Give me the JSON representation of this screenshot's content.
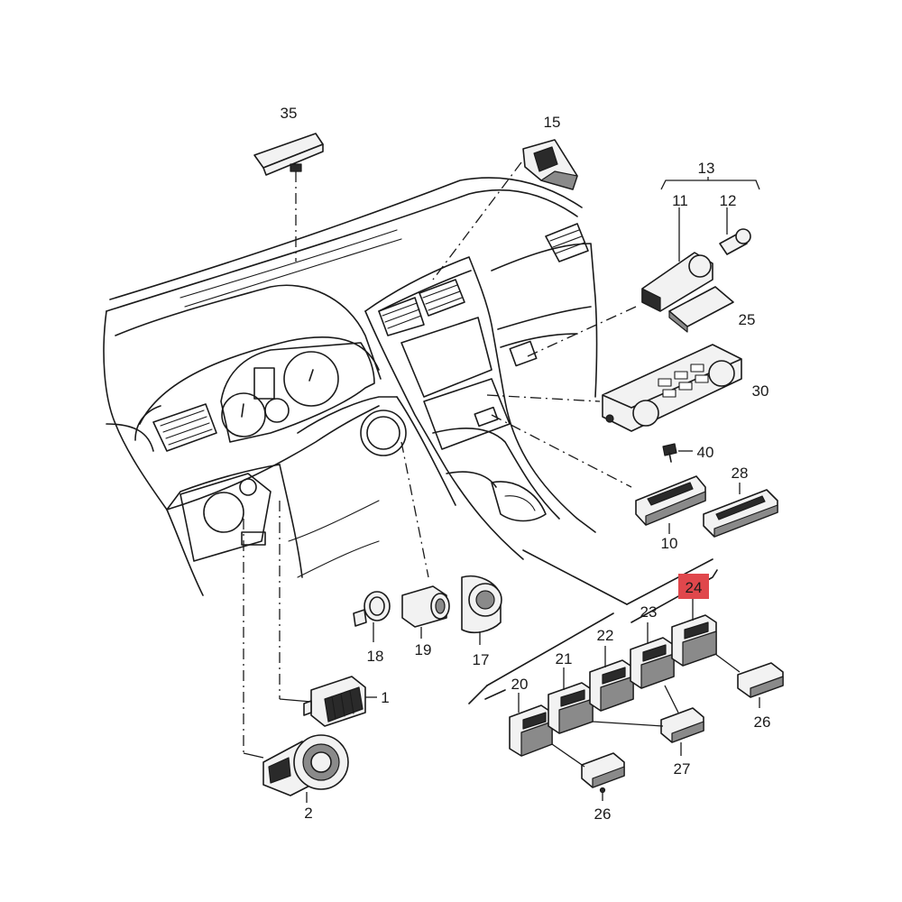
{
  "highlight_color": "#e0474c",
  "callouts": [
    {
      "id": "35",
      "label": "35"
    },
    {
      "id": "15",
      "label": "15"
    },
    {
      "id": "13",
      "label": "13"
    },
    {
      "id": "11",
      "label": "11"
    },
    {
      "id": "12",
      "label": "12"
    },
    {
      "id": "25",
      "label": "25"
    },
    {
      "id": "30",
      "label": "30"
    },
    {
      "id": "40",
      "label": "40"
    },
    {
      "id": "28",
      "label": "28"
    },
    {
      "id": "10",
      "label": "10"
    },
    {
      "id": "24",
      "label": "24",
      "highlighted": true
    },
    {
      "id": "23",
      "label": "23"
    },
    {
      "id": "22",
      "label": "22"
    },
    {
      "id": "21",
      "label": "21"
    },
    {
      "id": "20",
      "label": "20"
    },
    {
      "id": "26a",
      "label": "26"
    },
    {
      "id": "27",
      "label": "27"
    },
    {
      "id": "26b",
      "label": "26"
    },
    {
      "id": "18",
      "label": "18"
    },
    {
      "id": "19",
      "label": "19"
    },
    {
      "id": "17",
      "label": "17"
    },
    {
      "id": "1",
      "label": "1"
    },
    {
      "id": "2",
      "label": "2"
    }
  ]
}
